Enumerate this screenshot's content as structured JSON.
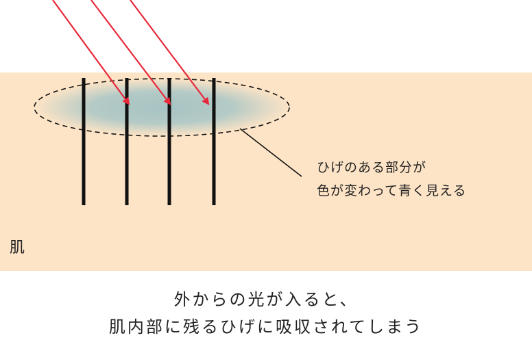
{
  "diagram": {
    "annotation_lines": [
      "ひげのある部分が",
      "色が変わって青く見える"
    ],
    "skin_label": "肌",
    "caption_lines": [
      "外からの光が入ると、",
      "肌内部に残るひげに吸収されてしまう"
    ]
  },
  "colors": {
    "skin": "#fde4c6",
    "arrow": "#e8283a",
    "hair": "#111111",
    "blue_shadow": "#a9c4c4",
    "background": "#ffffff"
  }
}
